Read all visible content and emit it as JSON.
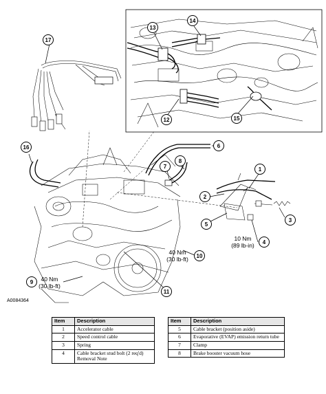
{
  "figure_id": "A0084364",
  "callouts": [
    "1",
    "2",
    "3",
    "4",
    "5",
    "6",
    "7",
    "8",
    "9",
    "10",
    "11",
    "12",
    "13",
    "14",
    "15",
    "16",
    "17"
  ],
  "torque_labels": {
    "t10": [
      "10 Nm",
      "(89 lb-in)"
    ],
    "t40a": [
      "40 Nm",
      "(30 lb-ft)"
    ],
    "t40b": [
      "40 Nm",
      "(30 lb-ft)"
    ]
  },
  "table_headers": {
    "item": "Item",
    "description": "Description"
  },
  "table_left": [
    {
      "item": "1",
      "description": "Accelerator cable",
      "note": ""
    },
    {
      "item": "2",
      "description": "Speed control cable",
      "note": ""
    },
    {
      "item": "3",
      "description": "Spring",
      "note": ""
    },
    {
      "item": "4",
      "description": "Cable bracket stud bolt (2 req'd)",
      "note": "Removal Note"
    }
  ],
  "table_right": [
    {
      "item": "5",
      "description": "Cable bracket (position aside)"
    },
    {
      "item": "6",
      "description": "Evaporative (EVAP) emission return tube"
    },
    {
      "item": "7",
      "description": "Clamp"
    },
    {
      "item": "8",
      "description": "Brake booster vacuum hose"
    }
  ]
}
